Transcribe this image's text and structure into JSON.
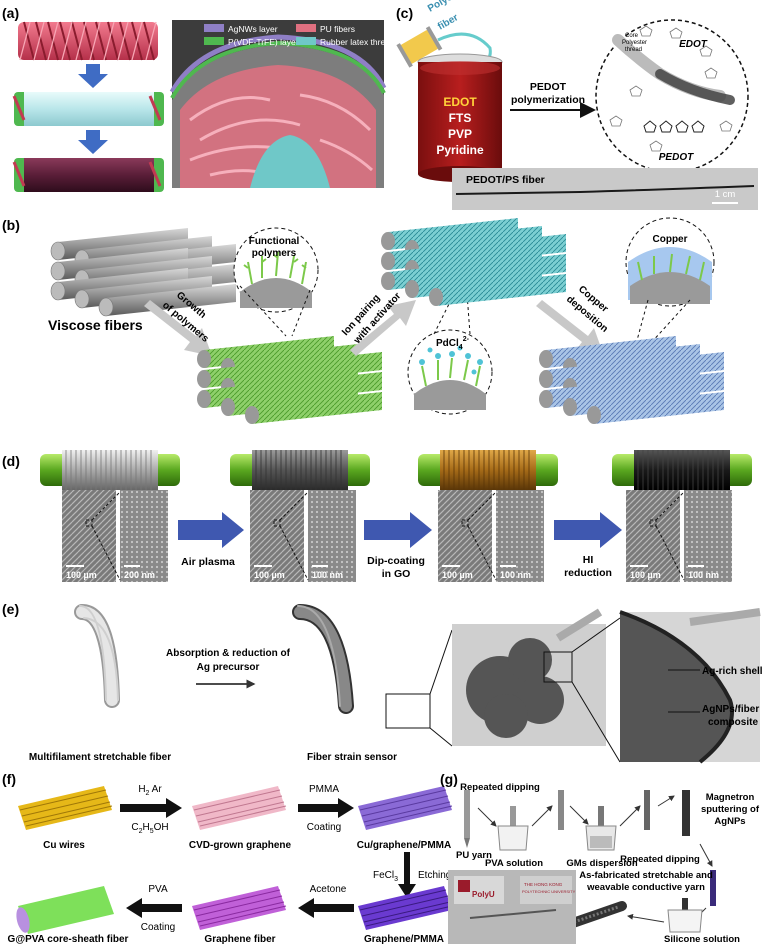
{
  "panels": {
    "a": {
      "tag": "(a)",
      "legend": [
        "AgNWs layer",
        "PU fibers",
        "P(VDF-TrFE) layer",
        "Rubber latex thread"
      ],
      "colors": {
        "agnw": "#8f7fc6",
        "pu": "#e07080",
        "pvdf": "#4fb84f",
        "rubber": "#6fc8c8"
      }
    },
    "b": {
      "tag": "(b)",
      "viscose": "Viscose fibers",
      "growth1": "Growth",
      "growth2": "of polymers",
      "functional1": "Functional",
      "functional2": "polymers",
      "ion1": "Ion pairing",
      "ion2": "with activator",
      "pdcl": "PdCl",
      "pdcl_sub": "4",
      "pdcl_sup": "2-",
      "copper": "Copper",
      "copperdep1": "Copper",
      "copperdep2": "deposition"
    },
    "c": {
      "tag": "(c)",
      "fiber1": "Polyester",
      "fiber2": "fiber",
      "reagents": [
        "EDOT",
        "FTS",
        "PVP",
        "Pyridine"
      ],
      "step1": "PEDOT",
      "step2": "polymerization",
      "core1": "Core",
      "core2": "Polyester",
      "core3": "thread",
      "edot": "EDOT",
      "pedot": "PEDOT",
      "photo_label": "PEDOT/PS fiber",
      "scale": "1 cm"
    },
    "d": {
      "tag": "(d)",
      "steps": [
        "Air plasma",
        "Dip-coating",
        "in GO",
        "HI",
        "reduction"
      ],
      "scales": [
        "100 µm",
        "200 nm",
        "100 µm",
        "100 nm",
        "100 µm",
        "100 nm",
        "100 µm",
        "100 nm"
      ]
    },
    "e": {
      "tag": "(e)",
      "arrow1": "Absorption & reduction of",
      "arrow2": "Ag precursor",
      "left": "Multifilament stretchable fiber",
      "mid": "Fiber strain sensor",
      "shell": "Ag-rich shell",
      "comp1": "AgNPs/fiber",
      "comp2": "composite"
    },
    "f": {
      "tag": "(f)",
      "labels": [
        "Cu wires",
        "CVD-grown graphene",
        "Cu/graphene/PMMA",
        "Graphene/PMMA",
        "Graphene fiber",
        "G@PVA core-sheath fiber"
      ],
      "a1top": "H",
      "a1top_sub": "2",
      "a1top_rest": " Ar",
      "a1bot": "C",
      "a1bot_s1": "2",
      "a1bot_mid": "H",
      "a1bot_s2": "5",
      "a1bot_end": "OH",
      "a2top": "PMMA",
      "a2bot": "Coating",
      "a3left": "FeCl",
      "a3left_sub": "3",
      "a3right": "Etching",
      "a4": "Acetone",
      "a5top": "PVA",
      "a5bot": "Coating"
    },
    "g": {
      "tag": "(g)",
      "rep1": "Repeated dipping",
      "pu": "PU yarn",
      "pva": "PVA solution",
      "gms": "GMs dispersion",
      "mag1": "Magnetron",
      "mag2": "sputtering of",
      "mag3": "AgNPs",
      "rep2": "Repeated dipping",
      "fab1": "As-fabricated stretchable and",
      "fab2": "weavable conductive yarn",
      "sil": "Silicone solution",
      "logo1": "PolyU",
      "logo2": "THE HONG KONG",
      "logo3": "POLYTECHNIC UNIVERSITY"
    }
  }
}
